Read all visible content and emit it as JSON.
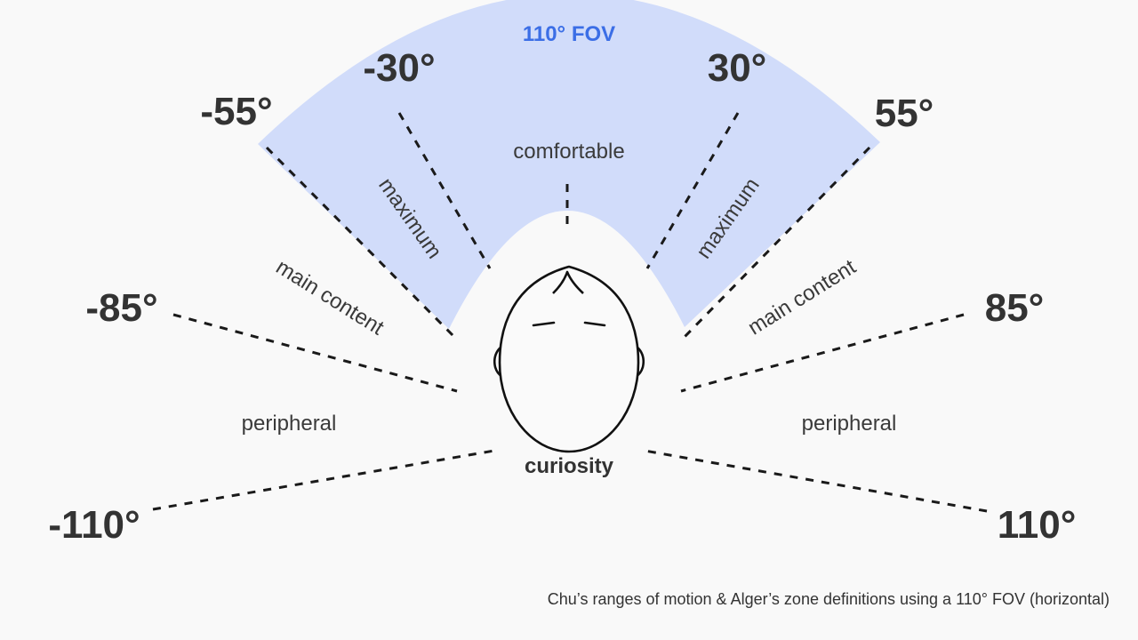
{
  "fov_label": "110° FOV",
  "angles": {
    "neg110": "-110°",
    "neg85": "-85°",
    "neg55": "-55°",
    "neg30": "-30°",
    "pos30": "30°",
    "pos55": "55°",
    "pos85": "85°",
    "pos110": "110°"
  },
  "zones": {
    "comfortable": "comfortable",
    "maximum_left": "maximum",
    "maximum_right": "maximum",
    "main_content_left": "main content",
    "main_content_right": "main content",
    "peripheral_left": "peripheral",
    "peripheral_right": "peripheral",
    "curiosity": "curiosity"
  },
  "caption": "Chu’s ranges of motion & Alger’s zone definitions using a 110° FOV (horizontal)",
  "colors": {
    "fov_fill": "#d1dcfa",
    "fov_text": "#3b6ee6",
    "text": "#333333",
    "line": "#1a1a1a",
    "background": "#f9f9f9"
  },
  "icons": {
    "head": "head-outline-icon"
  }
}
